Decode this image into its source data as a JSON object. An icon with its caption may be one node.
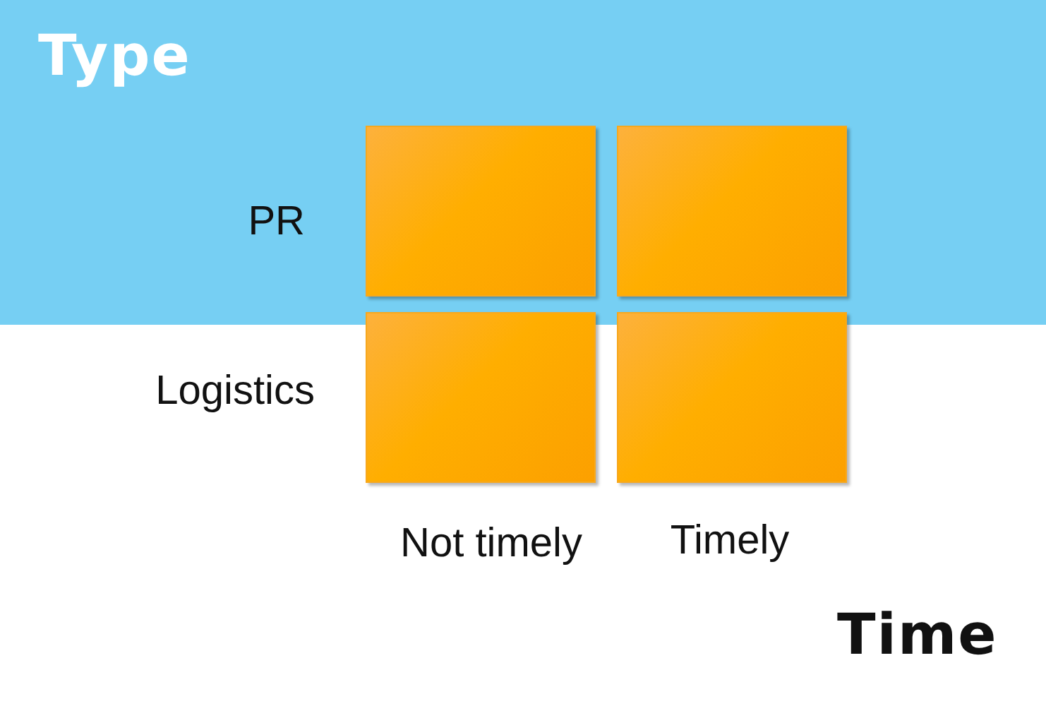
{
  "diagram": {
    "nodes": [
      {
        "text": [
          "Type",
          "PR"
        ]
      },
      {
        "text": [],
        "shape": "box",
        "in": 0
      },
      {
        "text": [],
        "shape": "box",
        "in": 0
      },
      {
        "text": [],
        "shape": "box"
      },
      {
        "text": [],
        "shape": "box"
      }
    ],
    "edges": [],
    "labels": [
      "Logistics",
      "Not timely",
      "Timely",
      "Time"
    ]
  }
}
